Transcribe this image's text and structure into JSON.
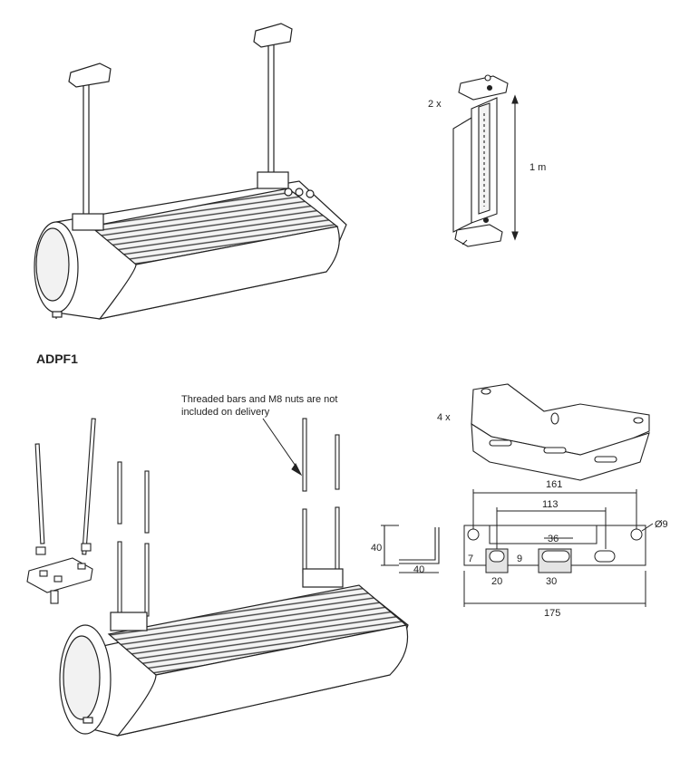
{
  "top": {
    "bracket_qty": "2 x",
    "length_label": "1 m"
  },
  "section": {
    "title": "ADPF1",
    "note_line1": "Threaded bars and M8 nuts are not",
    "note_line2": "included on delivery"
  },
  "angle_bracket": {
    "height": "40",
    "width": "40"
  },
  "plate": {
    "qty": "4 x",
    "dim_overall": "175",
    "dim_outer_holes": "161",
    "dim_inner": "113",
    "dim_center": "36",
    "dim_hole": "Ø9",
    "dim_left_h": "7",
    "dim_mid_h": "9",
    "dim_slot_left": "20",
    "dim_slot_mid": "30"
  }
}
